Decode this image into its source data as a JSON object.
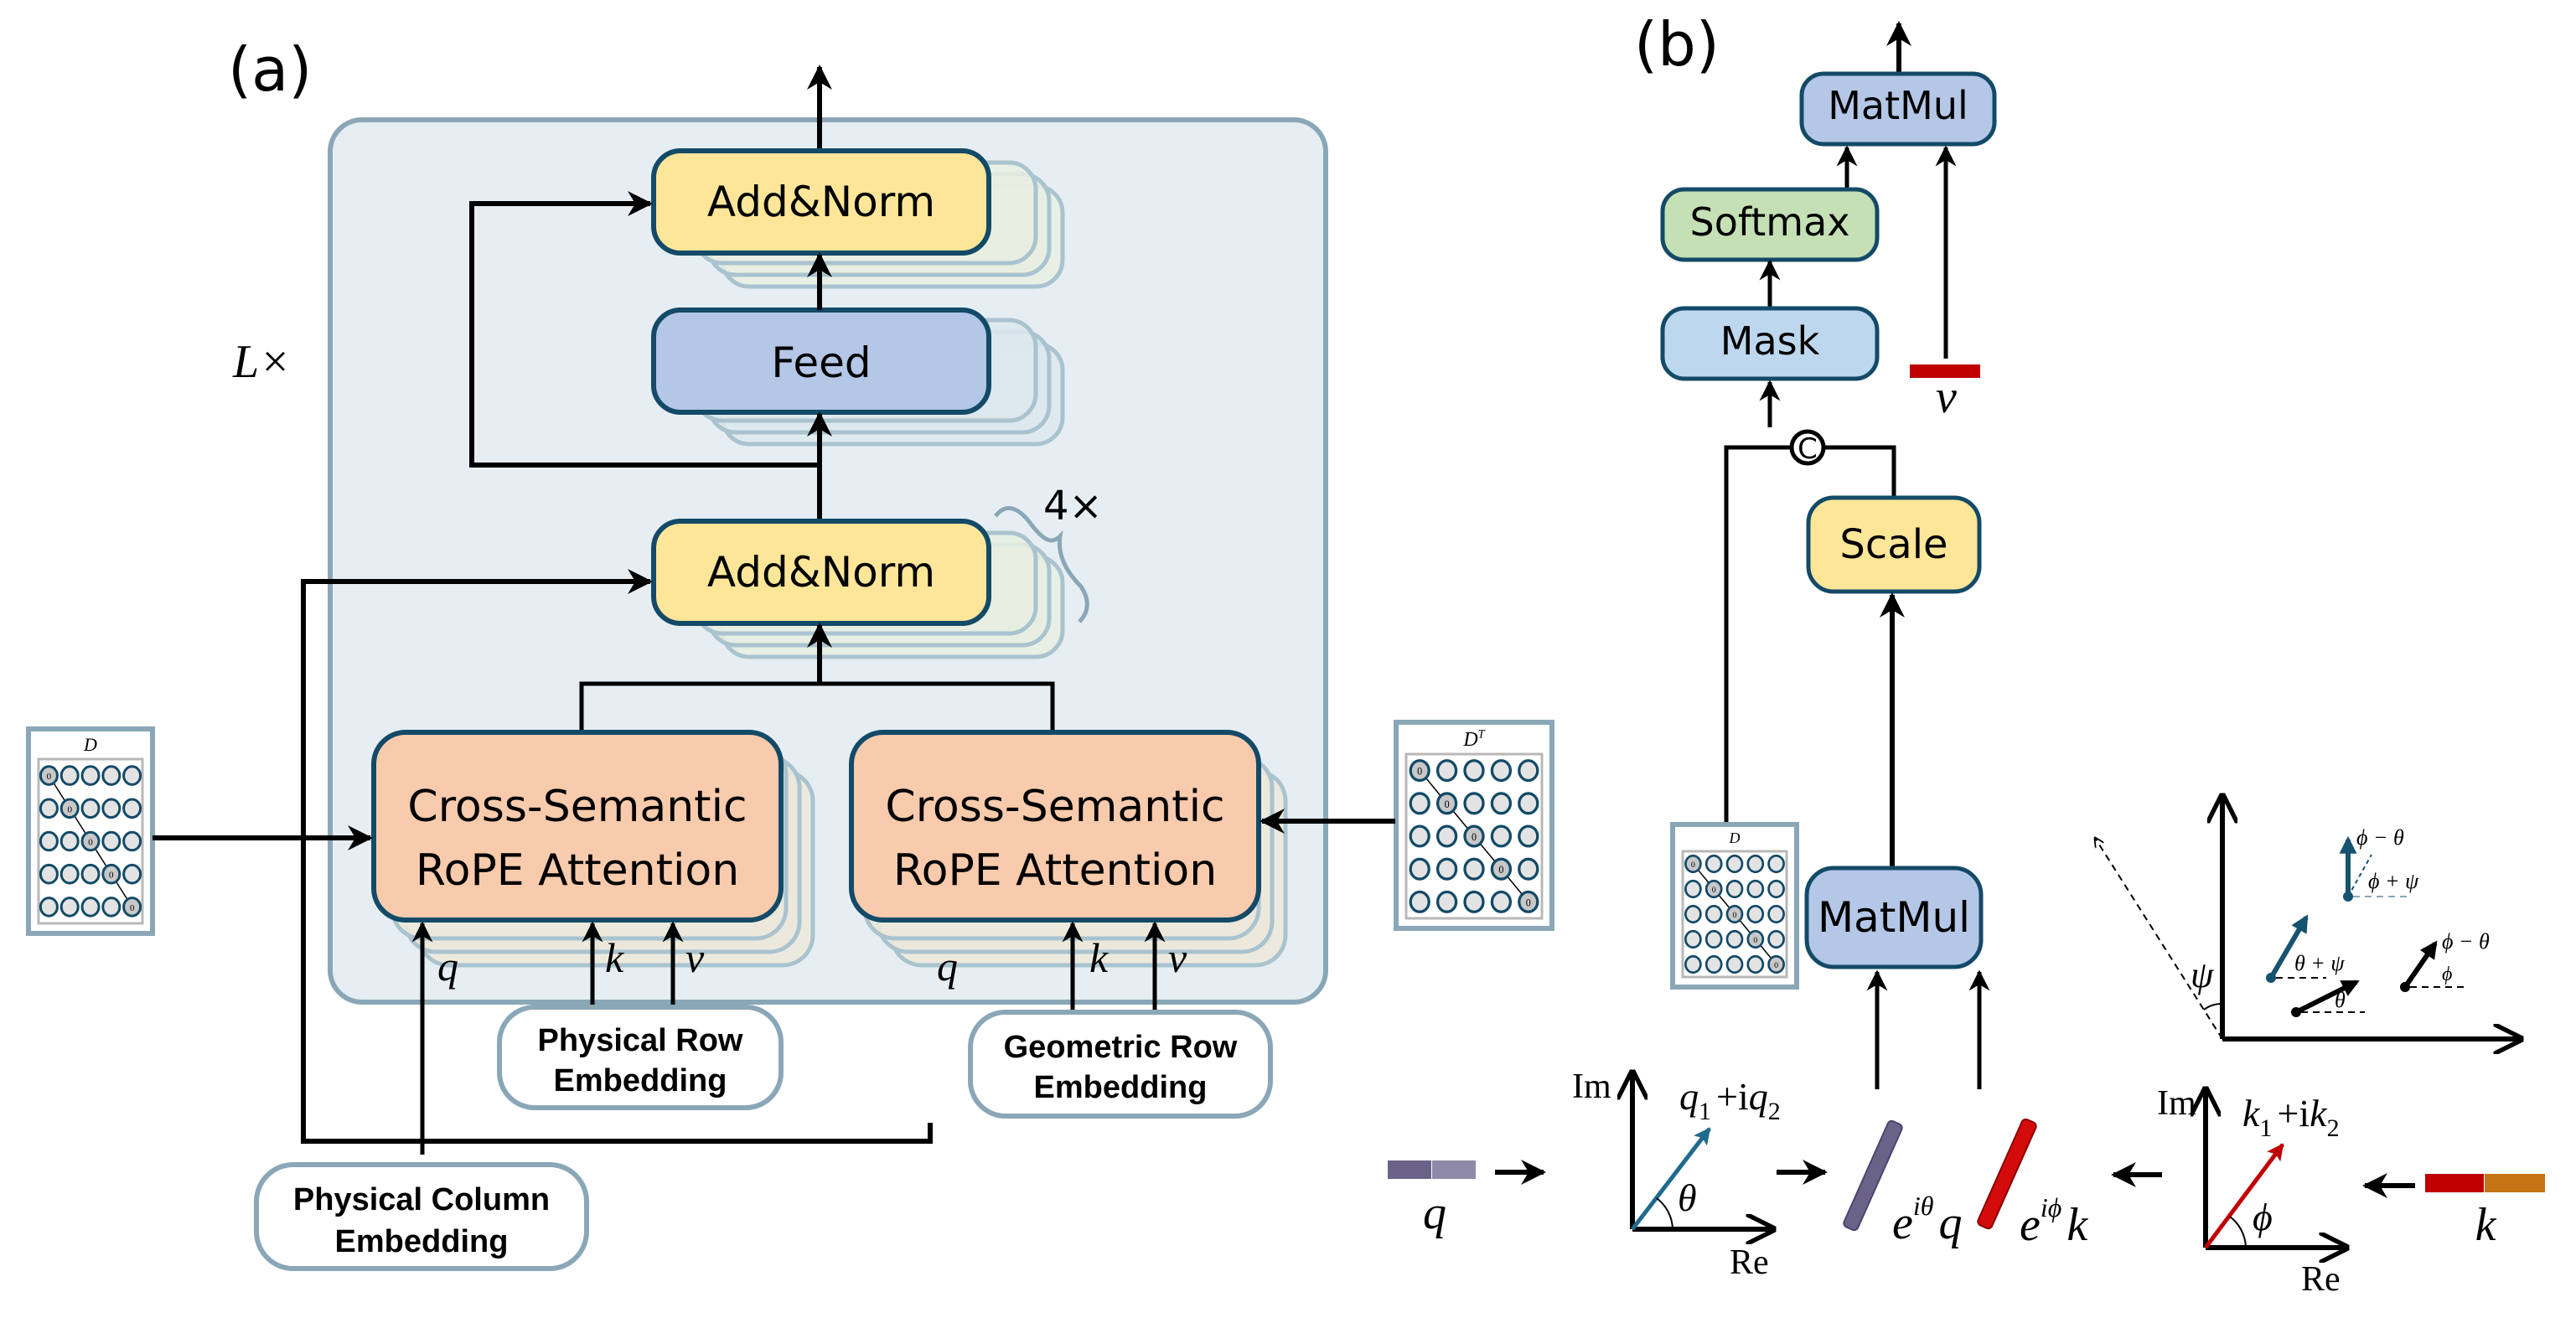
{
  "panel_a": {
    "label": "(a)",
    "repeat_label": "L×",
    "heads_label": "4×",
    "blocks": {
      "add_norm_top": "Add&Norm",
      "feed": "Feed",
      "add_norm_mid": "Add&Norm",
      "attn_left_line1": "Cross-Semantic",
      "attn_left_line2": "RoPE Attention",
      "attn_right_line1": "Cross-Semantic",
      "attn_right_line2": "RoPE Attention"
    },
    "inputs": {
      "left_q": "q",
      "left_k": "k",
      "left_v": "v",
      "right_q": "q",
      "right_k": "k",
      "right_v": "v"
    },
    "embeddings": {
      "physical_row_line1": "Physical Row",
      "physical_row_line2": "Embedding",
      "geometric_row_line1": "Geometric Row",
      "geometric_row_line2": "Embedding",
      "physical_col_line1": "Physical Column",
      "physical_col_line2": "Embedding"
    },
    "matrix_left": {
      "title": "D",
      "size": 5,
      "diag_value": "0"
    },
    "matrix_right": {
      "title": "D",
      "superscript": "T",
      "size": 5,
      "diag_value": "0"
    }
  },
  "panel_b": {
    "label": "(b)",
    "blocks": {
      "matmul_top": "MatMul",
      "softmax": "Softmax",
      "mask": "Mask",
      "concat": "C",
      "scale": "Scale",
      "matmul_bottom": "MatMul"
    },
    "v_label": "v",
    "matrix": {
      "title": "D",
      "size": 5,
      "diag_value": "0"
    },
    "q_label": "q",
    "k_label": "k",
    "q_plane": {
      "im": "Im",
      "re": "Re",
      "vec": "q",
      "vec_sub1": "1",
      "plus": "+i",
      "vec2": "q",
      "vec_sub2": "2",
      "angle": "θ"
    },
    "k_plane": {
      "im": "Im",
      "re": "Re",
      "vec": "k",
      "vec_sub1": "1",
      "plus": "+i",
      "vec2": "k",
      "vec_sub2": "2",
      "angle": "ϕ"
    },
    "rot_q": {
      "base": "e",
      "exp": "iθ",
      "var": "q"
    },
    "rot_k": {
      "base": "e",
      "exp": "iϕ",
      "var": "k"
    },
    "rotation_plot": {
      "psi": "ψ",
      "label_top_diff": "ϕ − θ",
      "label_top_sum": "ϕ + ψ",
      "label_mid_sum": "θ + ψ",
      "label_theta": "θ",
      "label_right_diff": "ϕ − θ",
      "label_right_phi": "ϕ"
    },
    "colors": {
      "q_dark": "#6b6387",
      "q_light": "#8f89aa",
      "k_red": "#c00000",
      "k_orange": "#c57415",
      "v_red": "#c00000",
      "vec_blue": "#1f6a8e",
      "teal": "#16536e"
    }
  },
  "colors": {
    "yellow_block": "#fee699",
    "blue_block": "#b4c7e7",
    "light_blue_block": "#bdd7ee",
    "green_block": "#c5e0b4",
    "peach_block": "#f8cbad",
    "block_border": "#134a67",
    "container_fill": "#e6eef3",
    "container_border": "#8aa7b7"
  }
}
